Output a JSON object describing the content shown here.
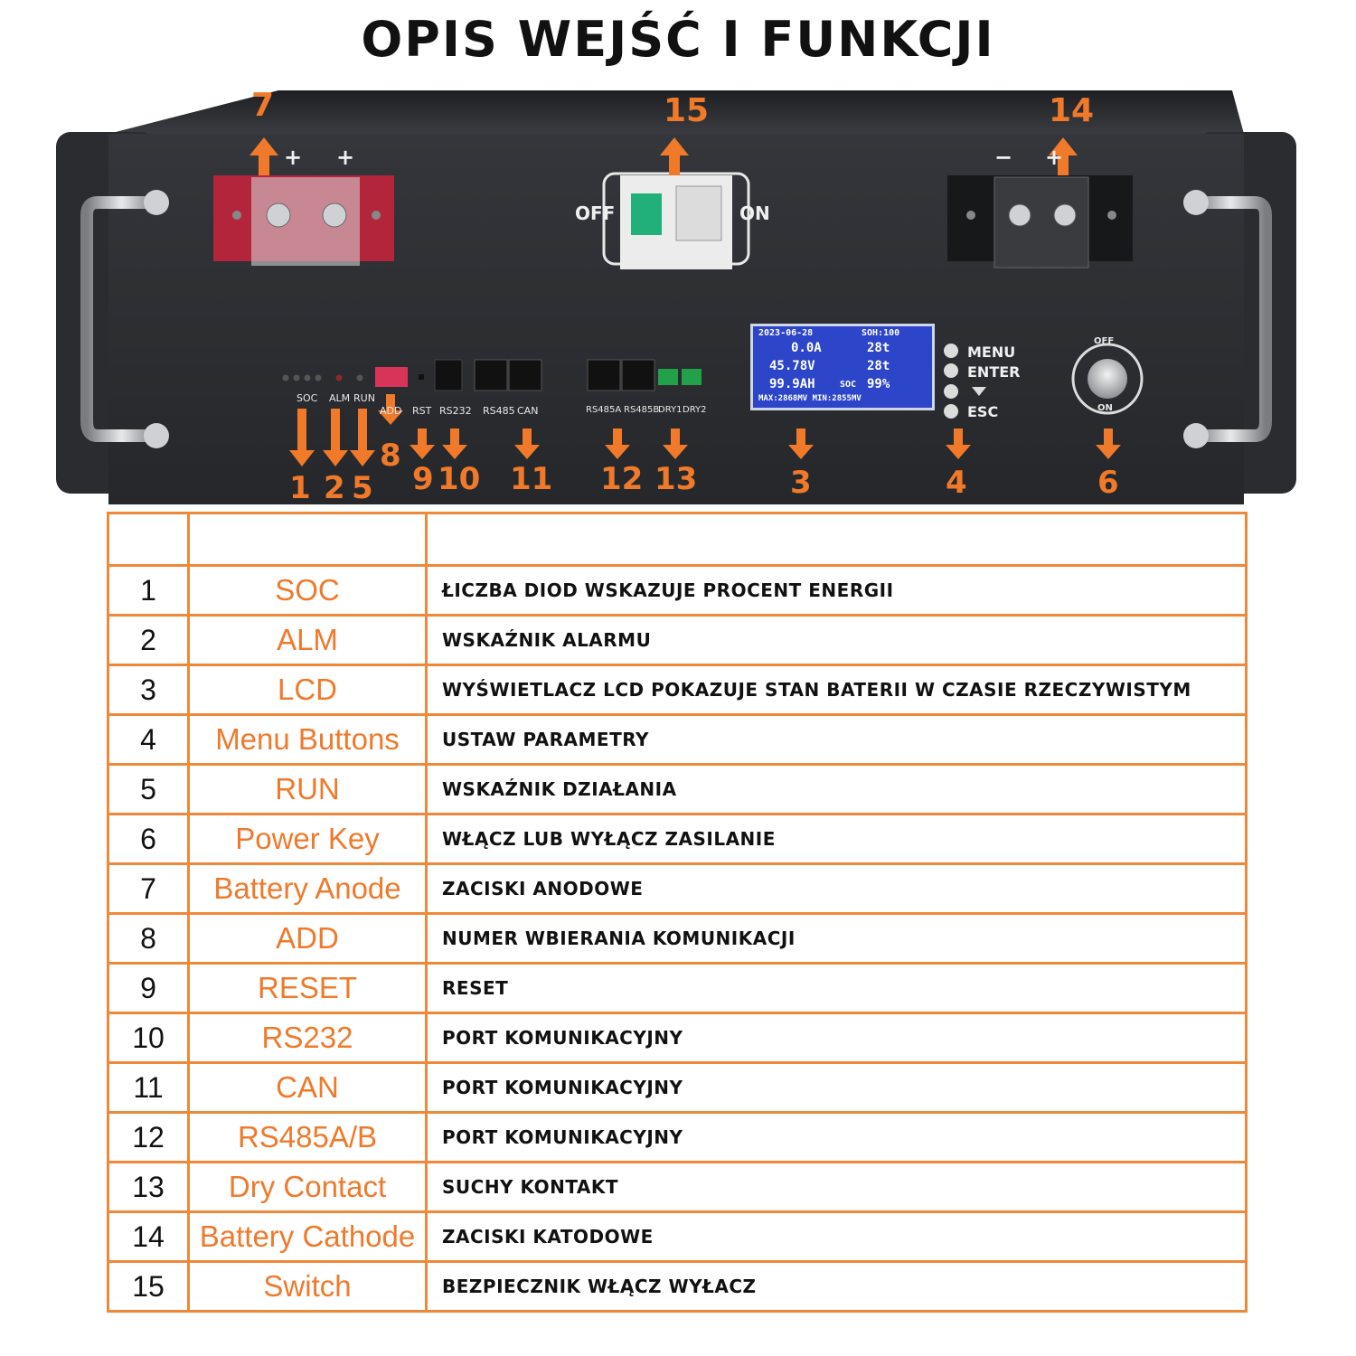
{
  "title": "OPIS WEJŚĆ I FUNKCJI",
  "panel": {
    "top_numbers": {
      "n7": "7",
      "n15": "15",
      "n14": "14"
    },
    "polarity": {
      "plus1": "+",
      "plus2": "+",
      "minus": "−",
      "plus3": "+"
    },
    "switch": {
      "off": "OFF",
      "on": "ON"
    },
    "port_labels": {
      "soc": "SOC",
      "alm": "ALM",
      "run": "RUN",
      "add": "ADD",
      "rst": "RST",
      "rs232": "RS232",
      "rs485": "RS485",
      "can": "CAN",
      "rs485a": "RS485A",
      "rs485b": "RS485B",
      "dry1": "DRY1",
      "dry2": "DRY2"
    },
    "lcd": {
      "date": "2023-06-28",
      "soh": "SOH:100",
      "current": "0.0A",
      "temp1": "28t",
      "voltage": "45.78V",
      "temp2": "28t",
      "capacity": "99.9AH",
      "soc_tag": "SOC",
      "soc_pct": "99%",
      "minmax": "MAX:2868MV  MIN:2855MV"
    },
    "menu_buttons": {
      "menu": "MENU",
      "enter": "ENTER",
      "esc": "ESC"
    },
    "power_key": {
      "off": "OFF",
      "on": "ON"
    },
    "bottom_numbers": {
      "n1": "1",
      "n2": "2",
      "n5": "5",
      "n8": "8",
      "n9": "9",
      "n10": "10",
      "n11": "11",
      "n12": "12",
      "n13": "13",
      "n3": "3",
      "n4": "4",
      "n6": "6"
    }
  },
  "table": {
    "rows": [
      {
        "no": "1",
        "name": "SOC",
        "desc": "ŁICZBA DIOD WSKAZUJE PROCENT ENERGII"
      },
      {
        "no": "2",
        "name": "ALM",
        "desc": "WSKAŹNIK ALARMU"
      },
      {
        "no": "3",
        "name": "LCD",
        "desc": "WYŚWIETLACZ LCD POKAZUJE STAN BATERII W CZASIE RZECZYWISTYM"
      },
      {
        "no": "4",
        "name": "Menu Buttons",
        "desc": "USTAW PARAMETRY"
      },
      {
        "no": "5",
        "name": "RUN",
        "desc": "WSKAŹNIK DZIAŁANIA"
      },
      {
        "no": "6",
        "name": "Power Key",
        "desc": "WŁĄCZ LUB WYŁĄCZ ZASILANIE"
      },
      {
        "no": "7",
        "name": "Battery Anode",
        "desc": "ZACISKI ANODOWE"
      },
      {
        "no": "8",
        "name": "ADD",
        "desc": "NUMER WBIERANIA KOMUNIKACJI"
      },
      {
        "no": "9",
        "name": "RESET",
        "desc": "RESET"
      },
      {
        "no": "10",
        "name": "RS232",
        "desc": "PORT KOMUNIKACYJNY"
      },
      {
        "no": "11",
        "name": "CAN",
        "desc": "PORT KOMUNIKACYJNY"
      },
      {
        "no": "12",
        "name": "RS485A/B",
        "desc": "PORT KOMUNIKACYJNY"
      },
      {
        "no": "13",
        "name": "Dry Contact",
        "desc": "SUCHY KONTAKT"
      },
      {
        "no": "14",
        "name": "Battery Cathode",
        "desc": "ZACISKI KATODOWE"
      },
      {
        "no": "15",
        "name": "Switch",
        "desc": "BEZPIECZNIK WŁĄCZ WYŁACZ"
      }
    ]
  },
  "colors": {
    "accent": "#f07a2a",
    "table_border": "#f0883a",
    "panel": "#2b2d31",
    "lcd": "#2d45c9",
    "anode": "#b3253b"
  }
}
